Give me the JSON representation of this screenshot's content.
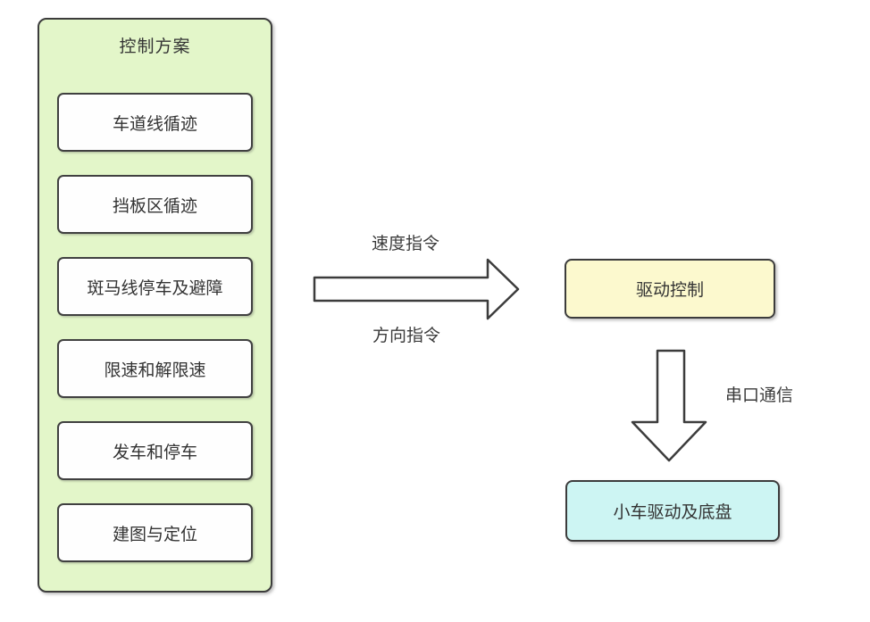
{
  "control_scheme": {
    "title": "控制方案",
    "items": [
      "车道线循迹",
      "挡板区循迹",
      "斑马线停车及避障",
      "限速和解限速",
      "发车和停车",
      "建图与定位"
    ]
  },
  "flow": {
    "speed_label": "速度指令",
    "direction_label": "方向指令",
    "serial_label": "串口通信"
  },
  "nodes": {
    "drive_control": "驱动控制",
    "chassis": "小车驱动及底盘"
  },
  "colors": {
    "container_fill": "#e3f6c9",
    "item_fill": "#fefefe",
    "drive_fill": "#fcf9ce",
    "chassis_fill": "#cdf5f3",
    "stroke": "#3c3c3c",
    "text": "#383838"
  }
}
